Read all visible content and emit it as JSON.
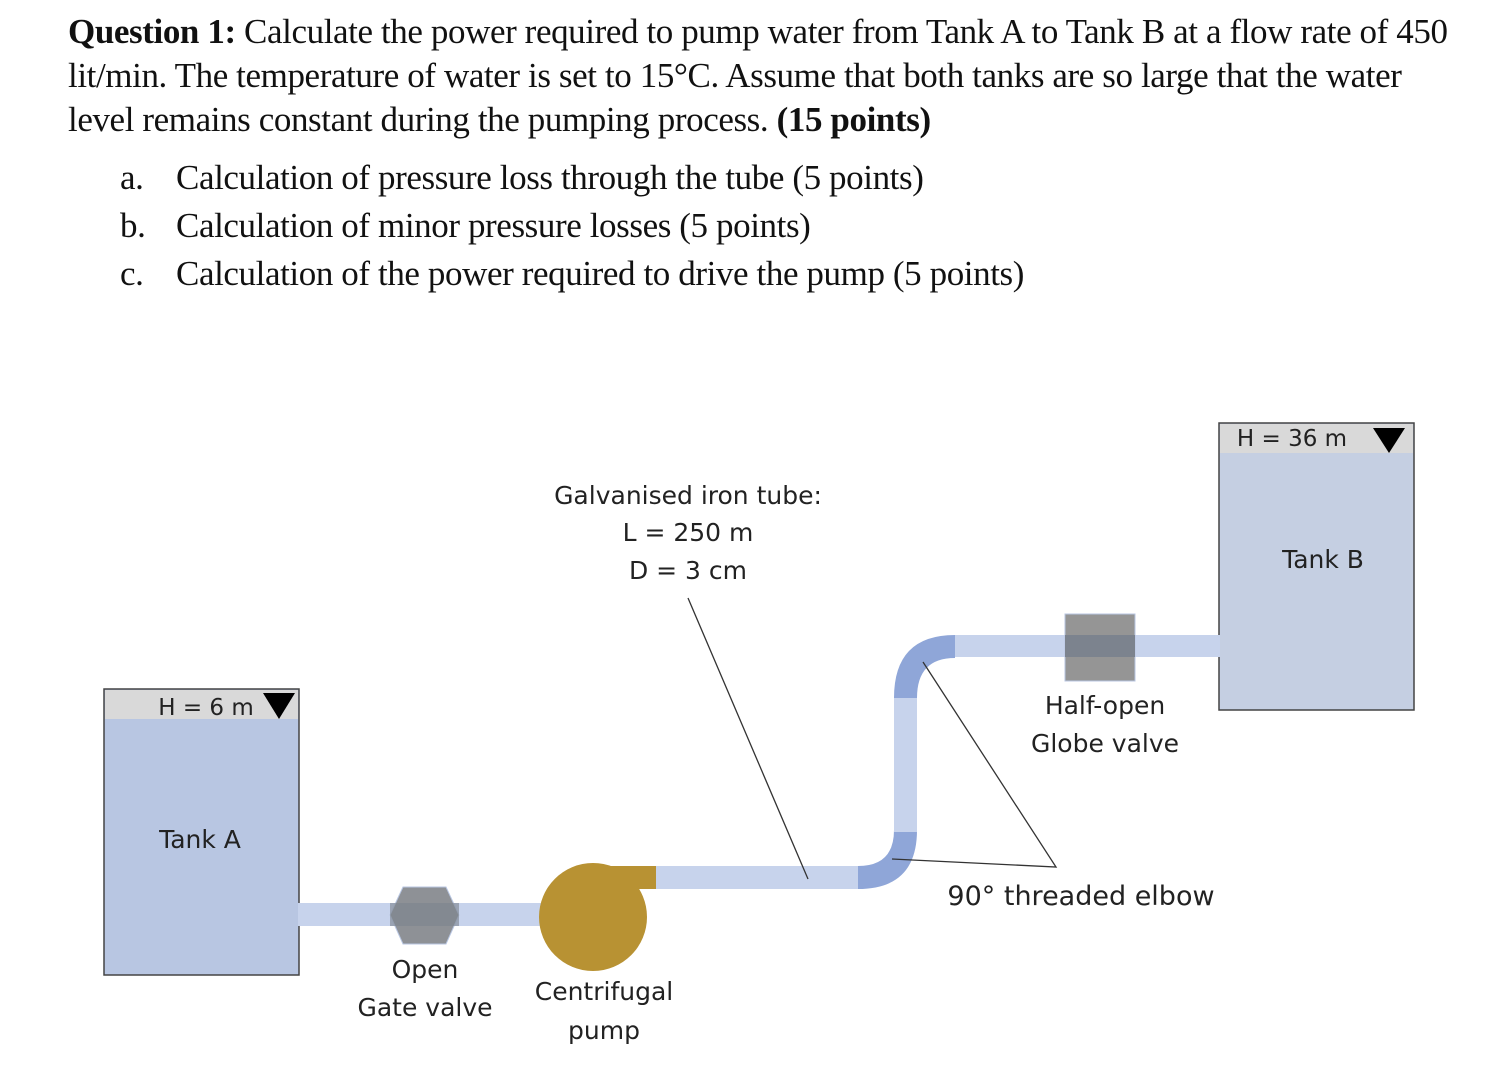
{
  "question": {
    "label": "Question 1:",
    "text": " Calculate the power required to pump water from Tank A to Tank B at a flow rate of 450 lit/min. The temperature of water is set to 15°C. Assume that both tanks are so large that the water level remains constant during the pumping process. ",
    "points": "(15 points)"
  },
  "subitems": [
    {
      "mark": "a.",
      "text": "Calculation of pressure loss through the tube (5 points)"
    },
    {
      "mark": "b.",
      "text": "Calculation of minor pressure losses (5 points)"
    },
    {
      "mark": "c.",
      "text": "Calculation of the power required to drive the pump (5 points)"
    }
  ],
  "diagram": {
    "tank_a": {
      "name": "Tank A",
      "level": "H = 6 m"
    },
    "tank_b": {
      "name": "Tank B",
      "level": "H = 36 m"
    },
    "tube": {
      "title": "Galvanised iron tube:",
      "length": "L = 250 m",
      "diameter": "D = 3 cm"
    },
    "gate_valve": {
      "line1": "Open",
      "line2": "Gate valve"
    },
    "pump": {
      "line1": "Centrifugal",
      "line2": "pump"
    },
    "globe_valve": {
      "line1": "Half-open",
      "line2": "Globe valve"
    },
    "elbow": {
      "label": "90° threaded elbow"
    },
    "colors": {
      "water": "#b8c6e2",
      "pipe": "#c7d3ec",
      "elbow": "#8fa6d8",
      "valve": "#808890",
      "pump": "#b89233",
      "header": "#d9d9d9"
    }
  }
}
